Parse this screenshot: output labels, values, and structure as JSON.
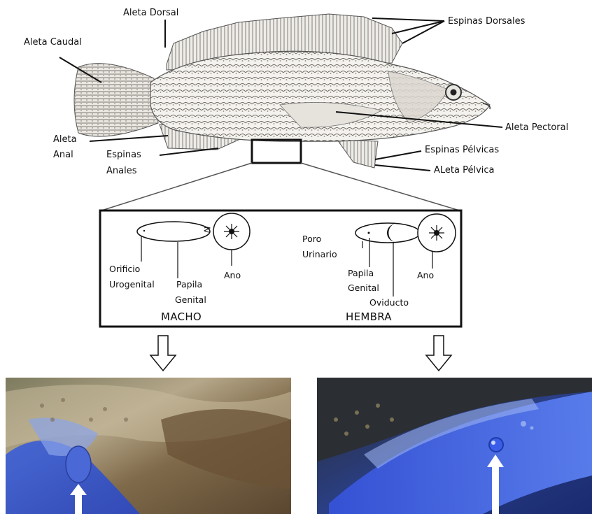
{
  "fish_labels": {
    "aleta_dorsal": "Aleta Dorsal",
    "espinas_dorsales": "Espinas Dorsales",
    "aleta_caudal": "Aleta Caudal",
    "aleta_pectoral": "Aleta Pectoral",
    "aleta_anal_line1": "Aleta",
    "aleta_anal_line2": "Anal",
    "espinas_anales_line1": "Espinas",
    "espinas_anales_line2": "Anales",
    "espinas_pelvicas": "Espinas Pélvicas",
    "aleta_pelvica": "ALeta Pélvica"
  },
  "macho": {
    "title": "MACHO",
    "orificio_line1": "Orificio",
    "orificio_line2": "Urogenital",
    "papila_line1": "Papila",
    "papila_line2": "Genital",
    "ano": "Ano"
  },
  "hembra": {
    "title": "HEMBRA",
    "poro_line1": "Poro",
    "poro_line2": "Urinario",
    "papila_line1": "Papila",
    "papila_line2": "Genital",
    "oviducto": "Oviducto",
    "ano": "Ano"
  },
  "colors": {
    "ink": "#111111",
    "photo_blue": "#2a4fd0",
    "photo_tan": "#b9a37a"
  },
  "icons": [
    "down-arrow-icon",
    "up-arrow-icon",
    "sunburst-anus-icon",
    "crescent-oviduct-icon"
  ]
}
